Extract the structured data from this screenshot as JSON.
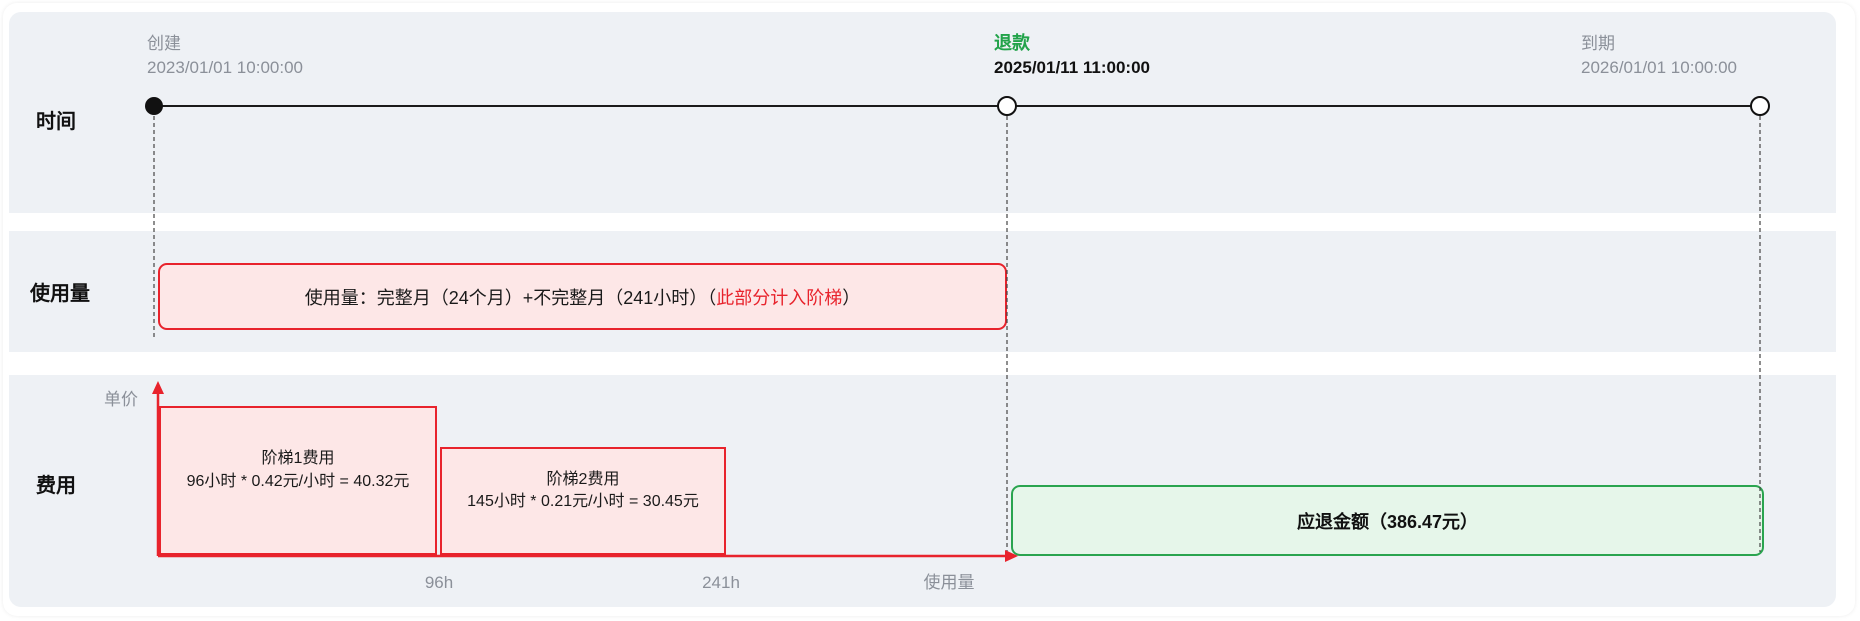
{
  "rows": {
    "time": {
      "label": "时间"
    },
    "usage": {
      "label": "使用量"
    },
    "cost": {
      "label": "费用"
    }
  },
  "timeline": {
    "created": {
      "label": "创建",
      "datetime": "2023/01/01 10:00:00"
    },
    "refund": {
      "label": "退款",
      "datetime": "2025/01/11 11:00:00"
    },
    "expire": {
      "label": "到期",
      "datetime": "2026/01/01 10:00:00"
    }
  },
  "usage_box": {
    "prefix": "使用量：完整月（24个月）+不完整月（241小时）（",
    "highlight": "此部分计入阶梯",
    "suffix": "）"
  },
  "cost_chart": {
    "y_axis_label": "单价",
    "x_axis_label": "使用量",
    "tiers": [
      {
        "title": "阶梯1费用",
        "formula": "96小时 * 0.42元/小时 = 40.32元",
        "tick": "96h"
      },
      {
        "title": "阶梯2费用",
        "formula": "145小时 * 0.21元/小时 = 30.45元",
        "tick": "241h"
      }
    ]
  },
  "refund_box": {
    "text": "应退金额（386.47元）"
  },
  "colors": {
    "red": "#e8232c",
    "pink": "#fde7e7",
    "green": "#2aa44f",
    "green-fill": "#e6f6ea",
    "band": "#eef1f5",
    "grey": "#8b9099",
    "refund-label": "#22a34a"
  }
}
